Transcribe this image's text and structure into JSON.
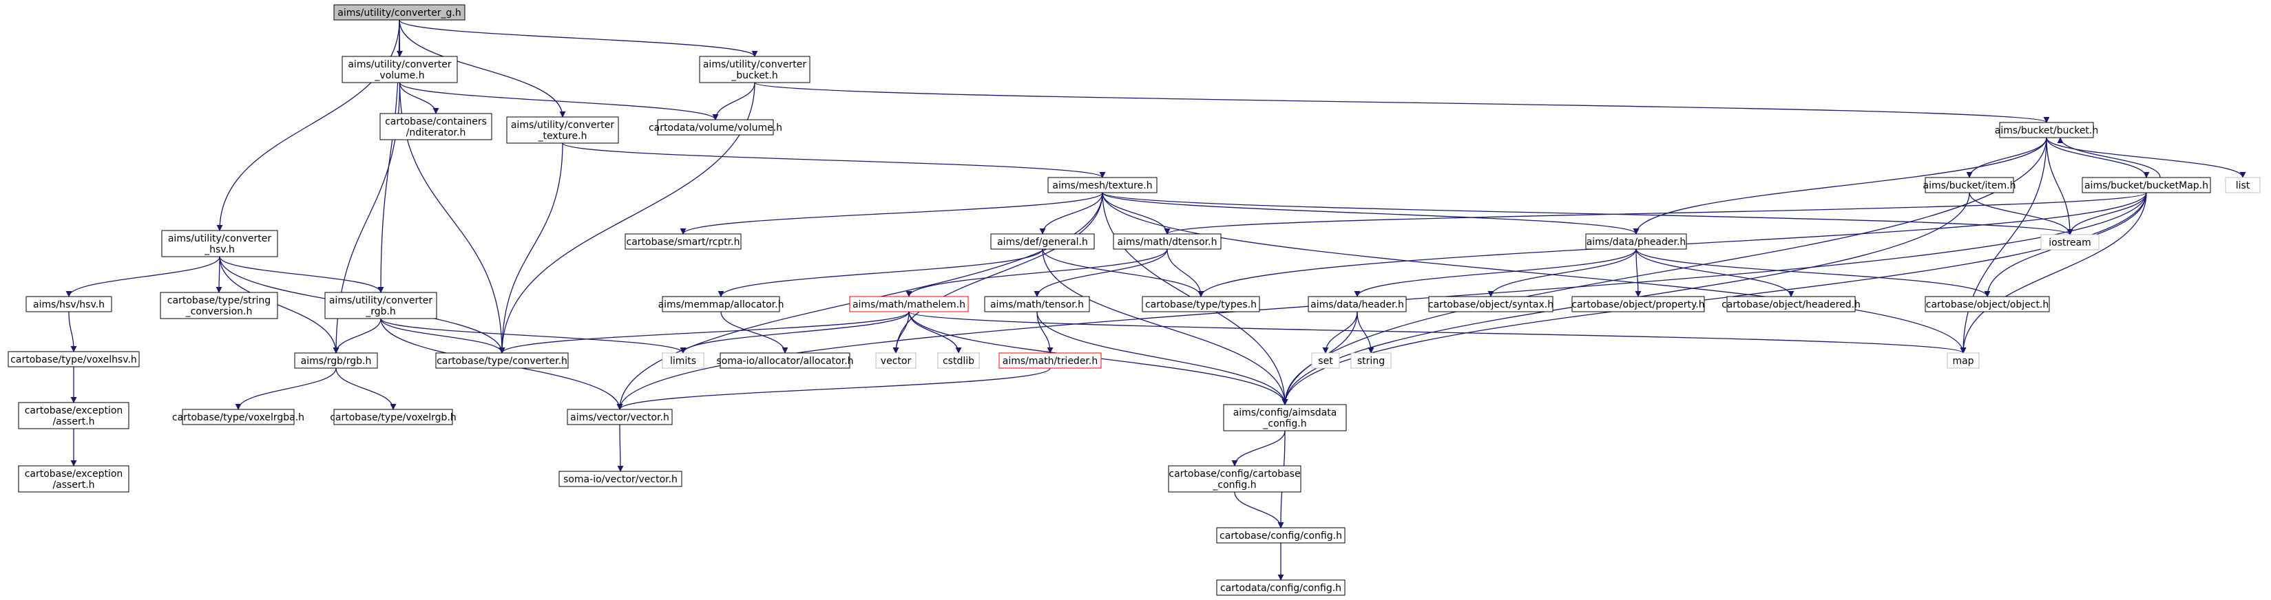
{
  "colors": {
    "background": "#ffffff",
    "edge": "#191970",
    "node_border": "#000000",
    "external_border": "#bfbfbf",
    "warning_border": "#ff0000",
    "root_fill": "#bfbfbf",
    "node_fill": "#ffffff",
    "text": "#000000",
    "external_text": "#404040"
  },
  "nodes": [
    {
      "id": "root",
      "lines": [
        "aims/utility/converter_g.h"
      ],
      "style": "root"
    },
    {
      "id": "cvol",
      "lines": [
        "aims/utility/converter",
        "_volume.h"
      ],
      "style": "normal"
    },
    {
      "id": "cbuck",
      "lines": [
        "aims/utility/converter",
        "_bucket.h"
      ],
      "style": "normal"
    },
    {
      "id": "ctex",
      "lines": [
        "aims/utility/converter",
        "_texture.h"
      ],
      "style": "normal"
    },
    {
      "id": "chsv",
      "lines": [
        "aims/utility/converter",
        "_hsv.h"
      ],
      "style": "normal"
    },
    {
      "id": "crgb",
      "lines": [
        "aims/utility/converter",
        "_rgb.h"
      ],
      "style": "normal"
    },
    {
      "id": "ndit",
      "lines": [
        "cartobase/containers",
        "/nditerator.h"
      ],
      "style": "normal"
    },
    {
      "id": "vol",
      "lines": [
        "cartodata/volume/volume.h"
      ],
      "style": "normal"
    },
    {
      "id": "bucket",
      "lines": [
        "aims/bucket/bucket.h"
      ],
      "style": "normal"
    },
    {
      "id": "item",
      "lines": [
        "aims/bucket/item.h"
      ],
      "style": "normal"
    },
    {
      "id": "bmap",
      "lines": [
        "aims/bucket/bucketMap.h"
      ],
      "style": "normal"
    },
    {
      "id": "list",
      "lines": [
        "list"
      ],
      "style": "external"
    },
    {
      "id": "iostream",
      "lines": [
        "iostream"
      ],
      "style": "external"
    },
    {
      "id": "tex",
      "lines": [
        "aims/mesh/texture.h"
      ],
      "style": "normal"
    },
    {
      "id": "rcptr",
      "lines": [
        "cartobase/smart/rcptr.h"
      ],
      "style": "normal"
    },
    {
      "id": "general",
      "lines": [
        "aims/def/general.h"
      ],
      "style": "normal"
    },
    {
      "id": "dtensor",
      "lines": [
        "aims/math/dtensor.h"
      ],
      "style": "normal"
    },
    {
      "id": "pheader",
      "lines": [
        "aims/data/pheader.h"
      ],
      "style": "normal"
    },
    {
      "id": "hsv",
      "lines": [
        "aims/hsv/hsv.h"
      ],
      "style": "normal"
    },
    {
      "id": "strconv",
      "lines": [
        "cartobase/type/string",
        "_conversion.h"
      ],
      "style": "normal"
    },
    {
      "id": "vhsv",
      "lines": [
        "cartobase/type/voxelhsv.h"
      ],
      "style": "normal"
    },
    {
      "id": "assert1",
      "lines": [
        "cartobase/exception",
        "/assert.h"
      ],
      "style": "normal"
    },
    {
      "id": "assert2",
      "lines": [
        "cartobase/exception",
        "/assert.h"
      ],
      "style": "normal"
    },
    {
      "id": "rgb",
      "lines": [
        "aims/rgb/rgb.h"
      ],
      "style": "normal"
    },
    {
      "id": "conv",
      "lines": [
        "cartobase/type/converter.h"
      ],
      "style": "normal"
    },
    {
      "id": "limits",
      "lines": [
        "limits"
      ],
      "style": "external"
    },
    {
      "id": "memalloc",
      "lines": [
        "aims/memmap/allocator.h"
      ],
      "style": "normal"
    },
    {
      "id": "mathelem",
      "lines": [
        "aims/math/mathelem.h"
      ],
      "style": "warning"
    },
    {
      "id": "tensor",
      "lines": [
        "aims/math/tensor.h"
      ],
      "style": "normal"
    },
    {
      "id": "types",
      "lines": [
        "cartobase/type/types.h"
      ],
      "style": "normal"
    },
    {
      "id": "header",
      "lines": [
        "aims/data/header.h"
      ],
      "style": "normal"
    },
    {
      "id": "syntax",
      "lines": [
        "cartobase/object/syntax.h"
      ],
      "style": "normal"
    },
    {
      "id": "property",
      "lines": [
        "cartobase/object/property.h"
      ],
      "style": "normal"
    },
    {
      "id": "headered",
      "lines": [
        "cartobase/object/headered.h"
      ],
      "style": "normal"
    },
    {
      "id": "object",
      "lines": [
        "cartobase/object/object.h"
      ],
      "style": "normal"
    },
    {
      "id": "somaalloc",
      "lines": [
        "soma-io/allocator/allocator.h"
      ],
      "style": "normal"
    },
    {
      "id": "vector",
      "lines": [
        "vector"
      ],
      "style": "external"
    },
    {
      "id": "cstdlib",
      "lines": [
        "cstdlib"
      ],
      "style": "external"
    },
    {
      "id": "trieder",
      "lines": [
        "aims/math/trieder.h"
      ],
      "style": "warning"
    },
    {
      "id": "set",
      "lines": [
        "set"
      ],
      "style": "external"
    },
    {
      "id": "string",
      "lines": [
        "string"
      ],
      "style": "external"
    },
    {
      "id": "map",
      "lines": [
        "map"
      ],
      "style": "external"
    },
    {
      "id": "vrgba",
      "lines": [
        "cartobase/type/voxelrgba.h"
      ],
      "style": "normal"
    },
    {
      "id": "vrgb",
      "lines": [
        "cartobase/type/voxelrgb.h"
      ],
      "style": "normal"
    },
    {
      "id": "vecvec",
      "lines": [
        "aims/vector/vector.h"
      ],
      "style": "normal"
    },
    {
      "id": "aimscfg",
      "lines": [
        "aims/config/aimsdata",
        "_config.h"
      ],
      "style": "normal"
    },
    {
      "id": "somavec",
      "lines": [
        "soma-io/vector/vector.h"
      ],
      "style": "normal"
    },
    {
      "id": "cbcfg",
      "lines": [
        "cartobase/config/cartobase",
        "_config.h"
      ],
      "style": "normal"
    },
    {
      "id": "cbconfig",
      "lines": [
        "cartobase/config/config.h"
      ],
      "style": "normal"
    },
    {
      "id": "cdconfig",
      "lines": [
        "cartodata/config/config.h"
      ],
      "style": "normal"
    }
  ],
  "edges": [
    [
      "root",
      "cvol"
    ],
    [
      "root",
      "cbuck"
    ],
    [
      "root",
      "ctex"
    ],
    [
      "root",
      "chsv"
    ],
    [
      "root",
      "crgb"
    ],
    [
      "cvol",
      "ndit"
    ],
    [
      "cvol",
      "vol"
    ],
    [
      "cvol",
      "conv"
    ],
    [
      "cvol",
      "rgb"
    ],
    [
      "cbuck",
      "vol"
    ],
    [
      "cbuck",
      "bucket"
    ],
    [
      "cbuck",
      "conv"
    ],
    [
      "ctex",
      "tex"
    ],
    [
      "ctex",
      "conv"
    ],
    [
      "chsv",
      "hsv"
    ],
    [
      "chsv",
      "strconv"
    ],
    [
      "chsv",
      "crgb"
    ],
    [
      "chsv",
      "conv"
    ],
    [
      "chsv",
      "rgb"
    ],
    [
      "crgb",
      "rgb"
    ],
    [
      "crgb",
      "conv"
    ],
    [
      "crgb",
      "limits"
    ],
    [
      "crgb",
      "vecvec"
    ],
    [
      "hsv",
      "vhsv"
    ],
    [
      "vhsv",
      "assert1"
    ],
    [
      "assert1",
      "assert2"
    ],
    [
      "rgb",
      "vrgba"
    ],
    [
      "rgb",
      "vrgb"
    ],
    [
      "bucket",
      "item"
    ],
    [
      "bucket",
      "bmap"
    ],
    [
      "bucket",
      "list"
    ],
    [
      "bucket",
      "iostream"
    ],
    [
      "bucket",
      "pheader"
    ],
    [
      "bucket",
      "map"
    ],
    [
      "bucket",
      "aimscfg"
    ],
    [
      "item",
      "iostream"
    ],
    [
      "item",
      "aimscfg"
    ],
    [
      "bmap",
      "bucket"
    ],
    [
      "bmap",
      "iostream"
    ],
    [
      "bmap",
      "map"
    ],
    [
      "bmap",
      "object"
    ],
    [
      "bmap",
      "dtensor"
    ],
    [
      "bmap",
      "types"
    ],
    [
      "bmap",
      "aimscfg"
    ],
    [
      "bmap",
      "vecvec"
    ],
    [
      "tex",
      "rcptr"
    ],
    [
      "tex",
      "general"
    ],
    [
      "tex",
      "dtensor"
    ],
    [
      "tex",
      "pheader"
    ],
    [
      "tex",
      "iostream"
    ],
    [
      "tex",
      "vector"
    ],
    [
      "tex",
      "vecvec"
    ],
    [
      "tex",
      "aimscfg"
    ],
    [
      "tex",
      "map"
    ],
    [
      "general",
      "memalloc"
    ],
    [
      "general",
      "types"
    ],
    [
      "general",
      "aimscfg"
    ],
    [
      "dtensor",
      "mathelem"
    ],
    [
      "dtensor",
      "tensor"
    ],
    [
      "dtensor",
      "types"
    ],
    [
      "pheader",
      "header"
    ],
    [
      "pheader",
      "syntax"
    ],
    [
      "pheader",
      "property"
    ],
    [
      "pheader",
      "headered"
    ],
    [
      "pheader",
      "object"
    ],
    [
      "memalloc",
      "somaalloc"
    ],
    [
      "mathelem",
      "conv"
    ],
    [
      "mathelem",
      "limits"
    ],
    [
      "mathelem",
      "vector"
    ],
    [
      "mathelem",
      "cstdlib"
    ],
    [
      "mathelem",
      "map"
    ],
    [
      "mathelem",
      "aimscfg"
    ],
    [
      "tensor",
      "trieder"
    ],
    [
      "tensor",
      "aimscfg"
    ],
    [
      "trieder",
      "vecvec"
    ],
    [
      "header",
      "set"
    ],
    [
      "header",
      "string"
    ],
    [
      "header",
      "aimscfg"
    ],
    [
      "vecvec",
      "somavec"
    ],
    [
      "aimscfg",
      "cbcfg"
    ],
    [
      "aimscfg",
      "cbconfig"
    ],
    [
      "cbcfg",
      "cbconfig"
    ],
    [
      "cbconfig",
      "cdconfig"
    ]
  ]
}
